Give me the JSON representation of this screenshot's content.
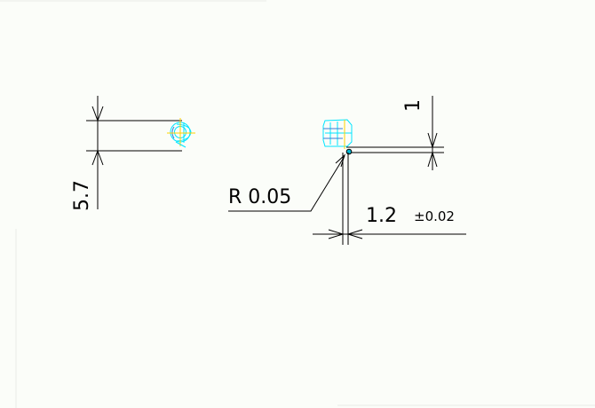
{
  "drawing": {
    "dimensions": {
      "height": {
        "value": "5.7"
      },
      "step": {
        "value": "1"
      },
      "radius": {
        "value": "R 0.05"
      },
      "width": {
        "value": "1.2",
        "tolerance": "±0.02"
      }
    },
    "colors": {
      "background": "#fbfdf9",
      "dimension_line": "#000000",
      "part_outline": "#00e5ff",
      "center_line": "#ffd200",
      "hidden_line": "#3a7bd5"
    }
  }
}
